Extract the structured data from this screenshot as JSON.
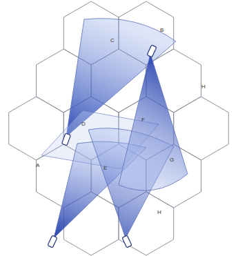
{
  "diagram": {
    "labels": [
      "C",
      "B",
      "H",
      "A",
      "E",
      "F",
      "D",
      "G",
      "H"
    ]
  }
}
